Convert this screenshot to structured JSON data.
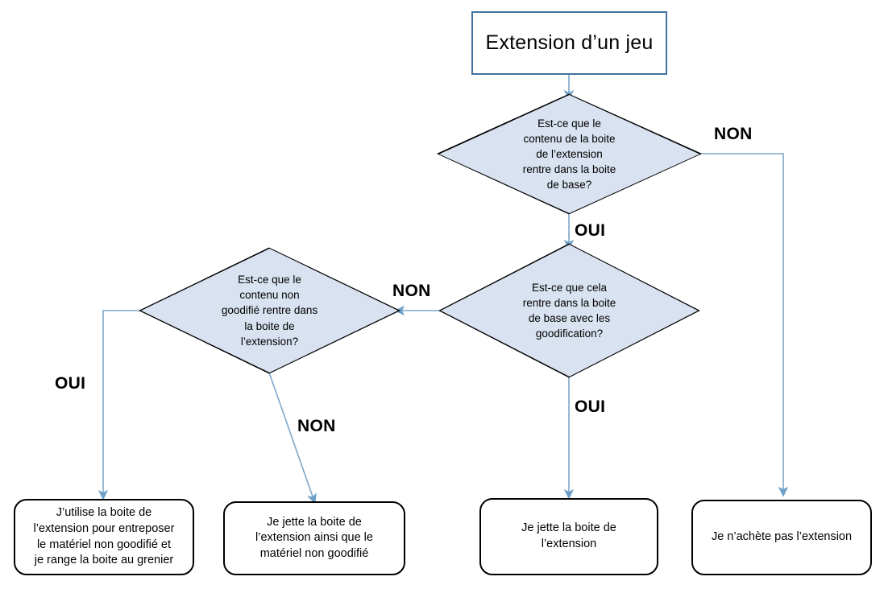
{
  "diagram": {
    "title_node": {
      "text": "Extension d’un jeu"
    },
    "decisions": [
      {
        "id": "d1",
        "text": "Est-ce que le\ncontenu de la boite\nde l’extension\nrentre dans la boite\nde base?"
      },
      {
        "id": "d2",
        "text": "Est-ce que cela\nrentre dans la boite\nde base avec les\ngoodification?"
      },
      {
        "id": "d3",
        "text": "Est-ce que le\ncontenu non\ngoodifié rentre dans\nla boite de\nl’extension?"
      }
    ],
    "terminals": [
      {
        "id": "t1",
        "text": "J’utilise la boite de\nl’extension pour entreposer\nle matériel non goodifié et\nje range la boite au grenier"
      },
      {
        "id": "t2",
        "text": "Je jette la boite de\nl’extension ainsi que le\nmatériel non goodifié"
      },
      {
        "id": "t3",
        "text": "Je jette la boite de\nl’extension"
      },
      {
        "id": "t4",
        "text": "Je n’achète pas l’extension"
      }
    ],
    "edge_labels": [
      {
        "id": "e-non-right",
        "text": "NON"
      },
      {
        "id": "e-oui-d1-d2",
        "text": "OUI"
      },
      {
        "id": "e-non-d2-d3",
        "text": "NON"
      },
      {
        "id": "e-oui-d3-t1",
        "text": "OUI"
      },
      {
        "id": "e-non-d3-t2",
        "text": "NON"
      },
      {
        "id": "e-oui-d2-t3",
        "text": "OUI"
      }
    ],
    "colors": {
      "start_border": "#41719C",
      "decision_fill": "#D9E2F0",
      "decision_border": "#000000",
      "terminal_border": "#000000",
      "connector": "#7EA6C8",
      "text": "#000000",
      "background": "#FFFFFF"
    }
  }
}
